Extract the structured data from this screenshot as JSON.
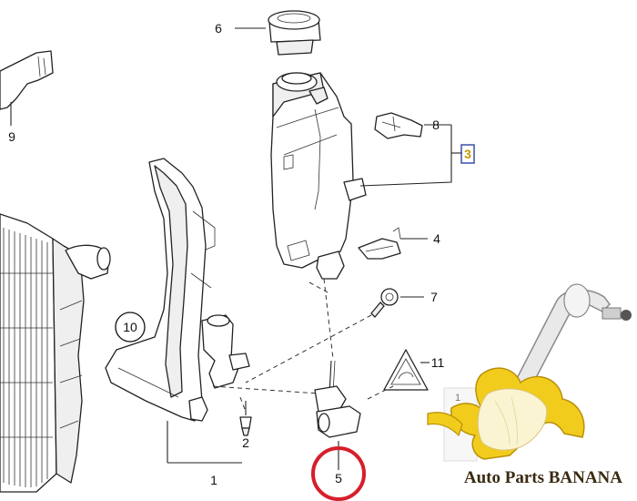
{
  "callouts": {
    "c1": "1",
    "c2": "2",
    "c3": "3",
    "c4": "4",
    "c5": "5",
    "c6": "6",
    "c7": "7",
    "c8": "8",
    "c9": "9",
    "c10": "10",
    "c11": "11"
  },
  "watermark": {
    "text": "Auto Parts BANANA",
    "text_color": "#3a2b12",
    "banana_color": "#f2cc1c"
  },
  "highlight": {
    "circle_color": "#d61f2c",
    "box_color": "#3b4fa8"
  }
}
